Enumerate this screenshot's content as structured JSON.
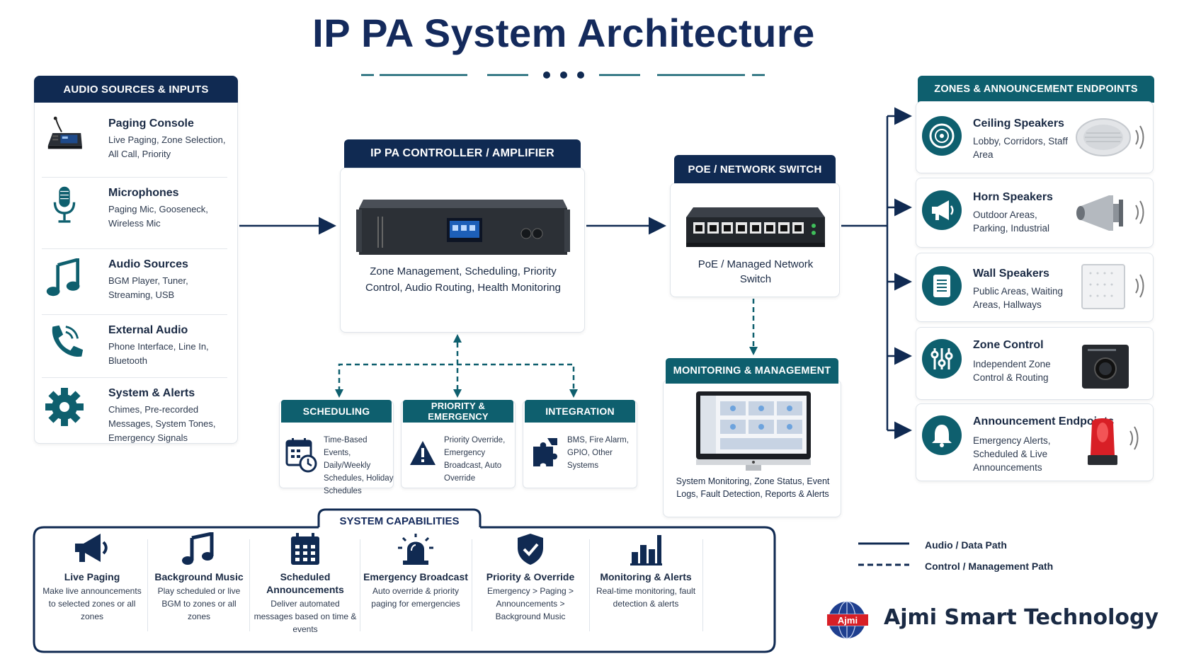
{
  "title": "IP PA System Architecture",
  "sources": {
    "header": "AUDIO  SOURCES & INPUTS",
    "items": [
      {
        "title": "Paging Console",
        "desc": "Live Paging, Zone Selection, All Call, Priority",
        "icon": "paging-console-icon"
      },
      {
        "title": "Microphones",
        "desc": "Paging Mic, Gooseneck, Wireless Mic",
        "icon": "microphone-icon"
      },
      {
        "title": "Audio Sources",
        "desc": "BGM Player, Tuner, Streaming, USB",
        "icon": "music-note-icon"
      },
      {
        "title": "External Audio",
        "desc": "Phone Interface, Line In, Bluetooth",
        "icon": "phone-icon"
      },
      {
        "title": "System & Alerts",
        "desc": "Chimes, Pre-recorded Messages, System Tones, Emergency Signals",
        "icon": "gear-icon"
      }
    ]
  },
  "controller": {
    "header": "IP PA CONTROLLER / AMPLIFIER",
    "desc": "Zone Management, Scheduling, Priority Control, Audio Routing, Health Monitoring"
  },
  "switch": {
    "header": "POE / NETWORK SWITCH",
    "desc": "PoE / Managed Network Switch"
  },
  "submodules": [
    {
      "header": "SCHEDULING",
      "desc": "Time-Based Events, Daily/Weekly Schedules, Holiday Schedules",
      "icon": "calendar-clock-icon"
    },
    {
      "header": "PRIORITY & EMERGENCY",
      "desc": "Priority Override, Emergency Broadcast, Auto Override",
      "icon": "warning-icon"
    },
    {
      "header": "INTEGRATION",
      "desc": "BMS, Fire Alarm, GPIO, Other Systems",
      "icon": "puzzle-icon"
    }
  ],
  "monitoring": {
    "header": "MONITORING & MANAGEMENT",
    "desc": "System Monitoring, Zone Status, Event Logs, Fault Detection, Reports & Alerts"
  },
  "zones": {
    "header": "ZONES & ANNOUNCEMENT ENDPOINTS",
    "items": [
      {
        "title": "Ceiling Speakers",
        "desc": "Lobby, Corridors, Staff Area",
        "icon": "ceiling-speaker-icon"
      },
      {
        "title": "Horn Speakers",
        "desc": "Outdoor Areas, Parking, Industrial",
        "icon": "megaphone-icon"
      },
      {
        "title": "Wall Speakers",
        "desc": "Public Areas, Waiting Areas, Hallways",
        "icon": "wall-speaker-icon"
      },
      {
        "title": "Zone Control",
        "desc": "Independent Zone Control & Routing",
        "icon": "sliders-icon"
      },
      {
        "title": "Announcement Endpoints",
        "desc": "Emergency Alerts, Scheduled & Live Announcements",
        "icon": "bell-icon"
      }
    ]
  },
  "capabilities": {
    "header": "SYSTEM CAPABILITIES",
    "items": [
      {
        "title": "Live Paging",
        "desc": "Make live announcements to selected zones or all zones",
        "icon": "megaphone-icon"
      },
      {
        "title": "Background Music",
        "desc": "Play scheduled or live BGM to zones or all zones",
        "icon": "music-note-icon"
      },
      {
        "title": "Scheduled Announcements",
        "desc": "Deliver automated messages based on time & events",
        "icon": "calendar-icon"
      },
      {
        "title": "Emergency Broadcast",
        "desc": "Auto override & priority paging for emergencies",
        "icon": "siren-icon"
      },
      {
        "title": "Priority & Override",
        "desc": "Emergency > Paging > Announcements > Background Music",
        "icon": "shield-check-icon"
      },
      {
        "title": "Monitoring & Alerts",
        "desc": "Real-time monitoring, fault detection & alerts",
        "icon": "bar-chart-icon"
      }
    ]
  },
  "legend": {
    "audio": "Audio / Data Path",
    "control": "Control / Management Path"
  },
  "brand": {
    "logo_text": "Ajmi",
    "name": "Ajmi Smart Technology"
  },
  "colors": {
    "navy": "#102a52",
    "teal": "#0e5f6e",
    "alert_red": "#d81f26"
  }
}
